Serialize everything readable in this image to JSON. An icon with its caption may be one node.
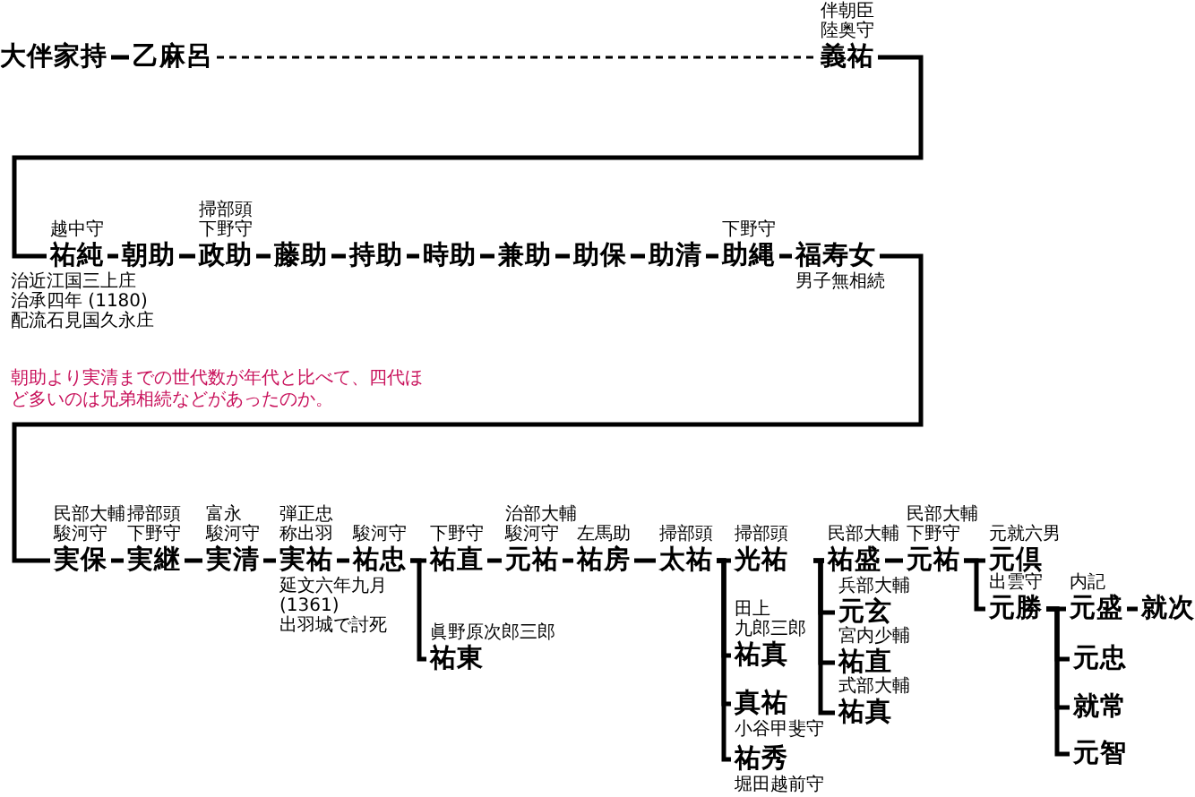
{
  "diagram": {
    "nodes": [
      {
        "text": [
          "大伴家持"
        ]
      },
      {
        "text": [
          "乙麻呂"
        ]
      },
      {
        "text": [
          "義祐"
        ],
        "beside": [
          "伴朝臣",
          "陸奥守"
        ]
      },
      {
        "text": [
          "祐純"
        ],
        "beside": [
          "越中守",
          "治近江国三上庄",
          "治承四年 (1180)",
          "配流石見国久永庄"
        ]
      },
      {
        "text": [
          "朝助"
        ]
      },
      {
        "text": [
          "政助"
        ],
        "beside": [
          "掃部頭",
          "下野守"
        ]
      },
      {
        "text": [
          "藤助"
        ]
      },
      {
        "text": [
          "持助"
        ]
      },
      {
        "text": [
          "時助"
        ]
      },
      {
        "text": [
          "兼助"
        ]
      },
      {
        "text": [
          "助保"
        ]
      },
      {
        "text": [
          "助清"
        ]
      },
      {
        "text": [
          "助縄"
        ],
        "beside": [
          "下野守"
        ]
      },
      {
        "text": [
          "福寿女"
        ],
        "beside": [
          "男子無相続"
        ]
      },
      {
        "text": [
          "実保"
        ],
        "beside": [
          "民部大輔",
          "駿河守"
        ]
      },
      {
        "text": [
          "実継"
        ],
        "beside": [
          "掃部頭",
          "下野守"
        ]
      },
      {
        "text": [
          "実清"
        ],
        "beside": [
          "富永",
          "駿河守"
        ]
      },
      {
        "text": [
          "実祐"
        ],
        "beside": [
          "弾正忠",
          "称出羽",
          "延文六年九月",
          "(1361)",
          "出羽城で討死"
        ]
      },
      {
        "text": [
          "祐忠"
        ],
        "beside": [
          "駿河守"
        ]
      },
      {
        "text": [
          "祐直"
        ],
        "beside": [
          "下野守"
        ]
      },
      {
        "text": [
          "祐東"
        ],
        "beside": [
          "眞野原次郎三郎"
        ]
      },
      {
        "text": [
          "元祐"
        ],
        "beside": [
          "治部大輔",
          "駿河守"
        ]
      },
      {
        "text": [
          "祐房"
        ],
        "beside": [
          "左馬助"
        ]
      },
      {
        "text": [
          "太祐"
        ],
        "beside": [
          "掃部頭"
        ]
      },
      {
        "text": [
          "光祐"
        ],
        "beside": [
          "掃部頭"
        ]
      },
      {
        "text": [
          "祐真"
        ],
        "beside": [
          "田上",
          "九郎三郎"
        ]
      },
      {
        "text": [
          "真祐"
        ],
        "beside": [
          "小谷甲斐守"
        ]
      },
      {
        "text": [
          "祐秀"
        ],
        "beside": [
          "堀田越前守"
        ]
      },
      {
        "text": [
          "祐盛"
        ],
        "beside": [
          "民部大輔"
        ]
      },
      {
        "text": [
          "元玄"
        ],
        "beside": [
          "兵部大輔"
        ]
      },
      {
        "text": [
          "祐直"
        ],
        "beside": [
          "宮内少輔"
        ]
      },
      {
        "text": [
          "祐真"
        ],
        "beside": [
          "式部大輔"
        ]
      },
      {
        "text": [
          "元祐"
        ],
        "beside": [
          "民部大輔",
          "下野守"
        ]
      },
      {
        "text": [
          "元倶"
        ],
        "beside": [
          "元就六男"
        ]
      },
      {
        "text": [
          "元勝"
        ],
        "beside": [
          "出雲守"
        ]
      },
      {
        "text": [
          "元盛"
        ],
        "beside": [
          "内記"
        ]
      },
      {
        "text": [
          "就次"
        ]
      },
      {
        "text": [
          "元忠"
        ]
      },
      {
        "text": [
          "就常"
        ]
      },
      {
        "text": [
          "元智"
        ]
      }
    ],
    "edges": [
      {
        "from": 0,
        "to": 1,
        "arrow": "none"
      },
      {
        "from": 1,
        "to": 2,
        "arrow": "none",
        "style": "dashed"
      },
      {
        "from": 2,
        "to": 3,
        "arrow": "none"
      },
      {
        "from": 3,
        "to": 4,
        "arrow": "none"
      },
      {
        "from": 4,
        "to": 5,
        "arrow": "none"
      },
      {
        "from": 5,
        "to": 6,
        "arrow": "none"
      },
      {
        "from": 6,
        "to": 7,
        "arrow": "none"
      },
      {
        "from": 7,
        "to": 8,
        "arrow": "none"
      },
      {
        "from": 8,
        "to": 9,
        "arrow": "none"
      },
      {
        "from": 9,
        "to": 10,
        "arrow": "none"
      },
      {
        "from": 10,
        "to": 11,
        "arrow": "none"
      },
      {
        "from": 11,
        "to": 12,
        "arrow": "none"
      },
      {
        "from": 12,
        "to": 13,
        "arrow": "none"
      },
      {
        "from": 13,
        "to": 14,
        "arrow": "none"
      },
      {
        "from": 14,
        "to": 15,
        "arrow": "none"
      },
      {
        "from": 15,
        "to": 16,
        "arrow": "none"
      },
      {
        "from": 16,
        "to": 17,
        "arrow": "none"
      },
      {
        "from": 17,
        "to": 18,
        "arrow": "none"
      },
      {
        "from": 18,
        "to": 19,
        "arrow": "none"
      },
      {
        "from": 18,
        "to": 20,
        "arrow": "none"
      },
      {
        "from": 19,
        "to": 21,
        "arrow": "none"
      },
      {
        "from": 21,
        "to": 22,
        "arrow": "none"
      },
      {
        "from": 22,
        "to": 23,
        "arrow": "none"
      },
      {
        "from": 23,
        "to": 24,
        "arrow": "none"
      },
      {
        "from": 23,
        "to": 25,
        "arrow": "none"
      },
      {
        "from": 23,
        "to": 26,
        "arrow": "none"
      },
      {
        "from": 23,
        "to": 27,
        "arrow": "none"
      },
      {
        "from": 28,
        "to": 29,
        "arrow": "none"
      },
      {
        "from": 28,
        "to": 30,
        "arrow": "none"
      },
      {
        "from": 28,
        "to": 31,
        "arrow": "none"
      },
      {
        "from": 28,
        "to": 32,
        "arrow": "none"
      },
      {
        "from": 32,
        "to": 33,
        "arrow": "none"
      },
      {
        "from": 32,
        "to": 34,
        "arrow": "none"
      },
      {
        "from": 34,
        "to": 35,
        "arrow": "none"
      },
      {
        "from": 35,
        "to": 36,
        "arrow": "none"
      },
      {
        "from": 34,
        "to": 37,
        "arrow": "none"
      },
      {
        "from": 34,
        "to": 38,
        "arrow": "none"
      },
      {
        "from": 34,
        "to": 39,
        "arrow": "none"
      }
    ],
    "labels": [
      "朝助より実清までの世代数が年代と比べて、四代ほど多いのは兄弟相続などがあったのか。"
    ]
  }
}
